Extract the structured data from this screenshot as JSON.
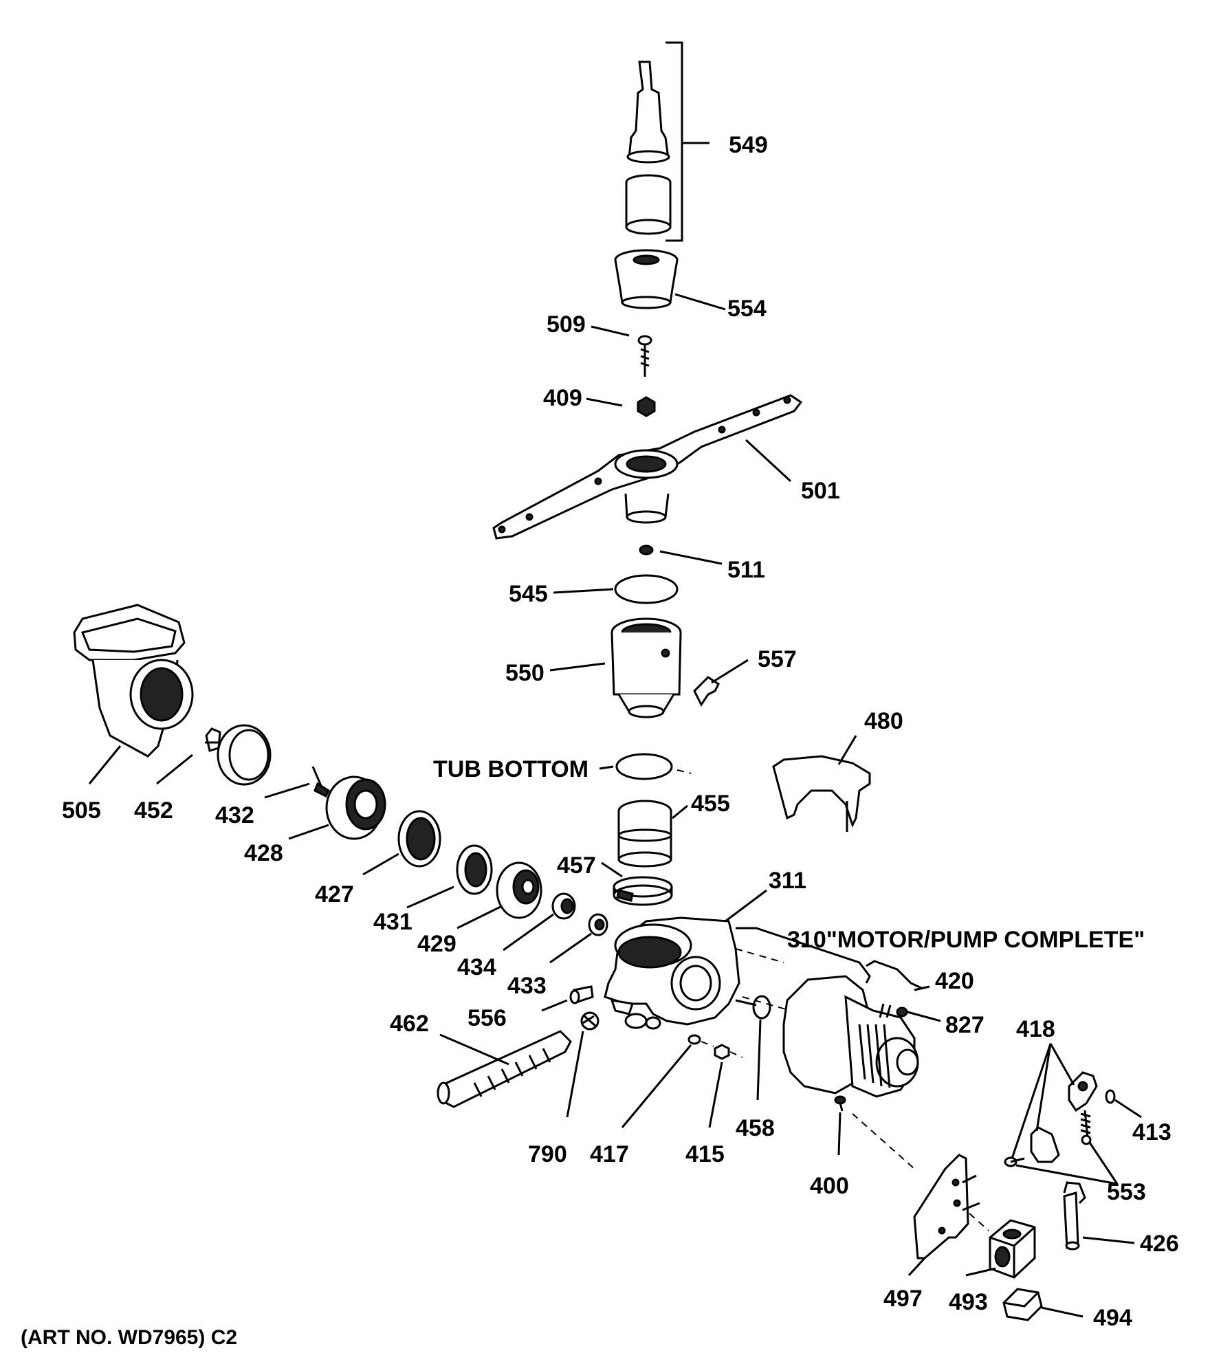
{
  "labels": {
    "p549": "549",
    "p554": "554",
    "p509": "509",
    "p409": "409",
    "p501": "501",
    "p511": "511",
    "p545": "545",
    "p550": "550",
    "p557": "557",
    "p480": "480",
    "tub_bottom": "TUB BOTTOM",
    "p455": "455",
    "p457": "457",
    "p311": "311",
    "motor_pump": "310\"MOTOR/PUMP COMPLETE\"",
    "p505": "505",
    "p452": "452",
    "p432": "432",
    "p428": "428",
    "p427": "427",
    "p431": "431",
    "p429": "429",
    "p434": "434",
    "p433": "433",
    "p556": "556",
    "p462": "462",
    "p790": "790",
    "p417": "417",
    "p415": "415",
    "p458": "458",
    "p420": "420",
    "p827": "827",
    "p418": "418",
    "p413": "413",
    "p400": "400",
    "p553": "553",
    "p426": "426",
    "p497": "497",
    "p493": "493",
    "p494": "494",
    "art_no": "(ART NO. WD7965) C2"
  }
}
